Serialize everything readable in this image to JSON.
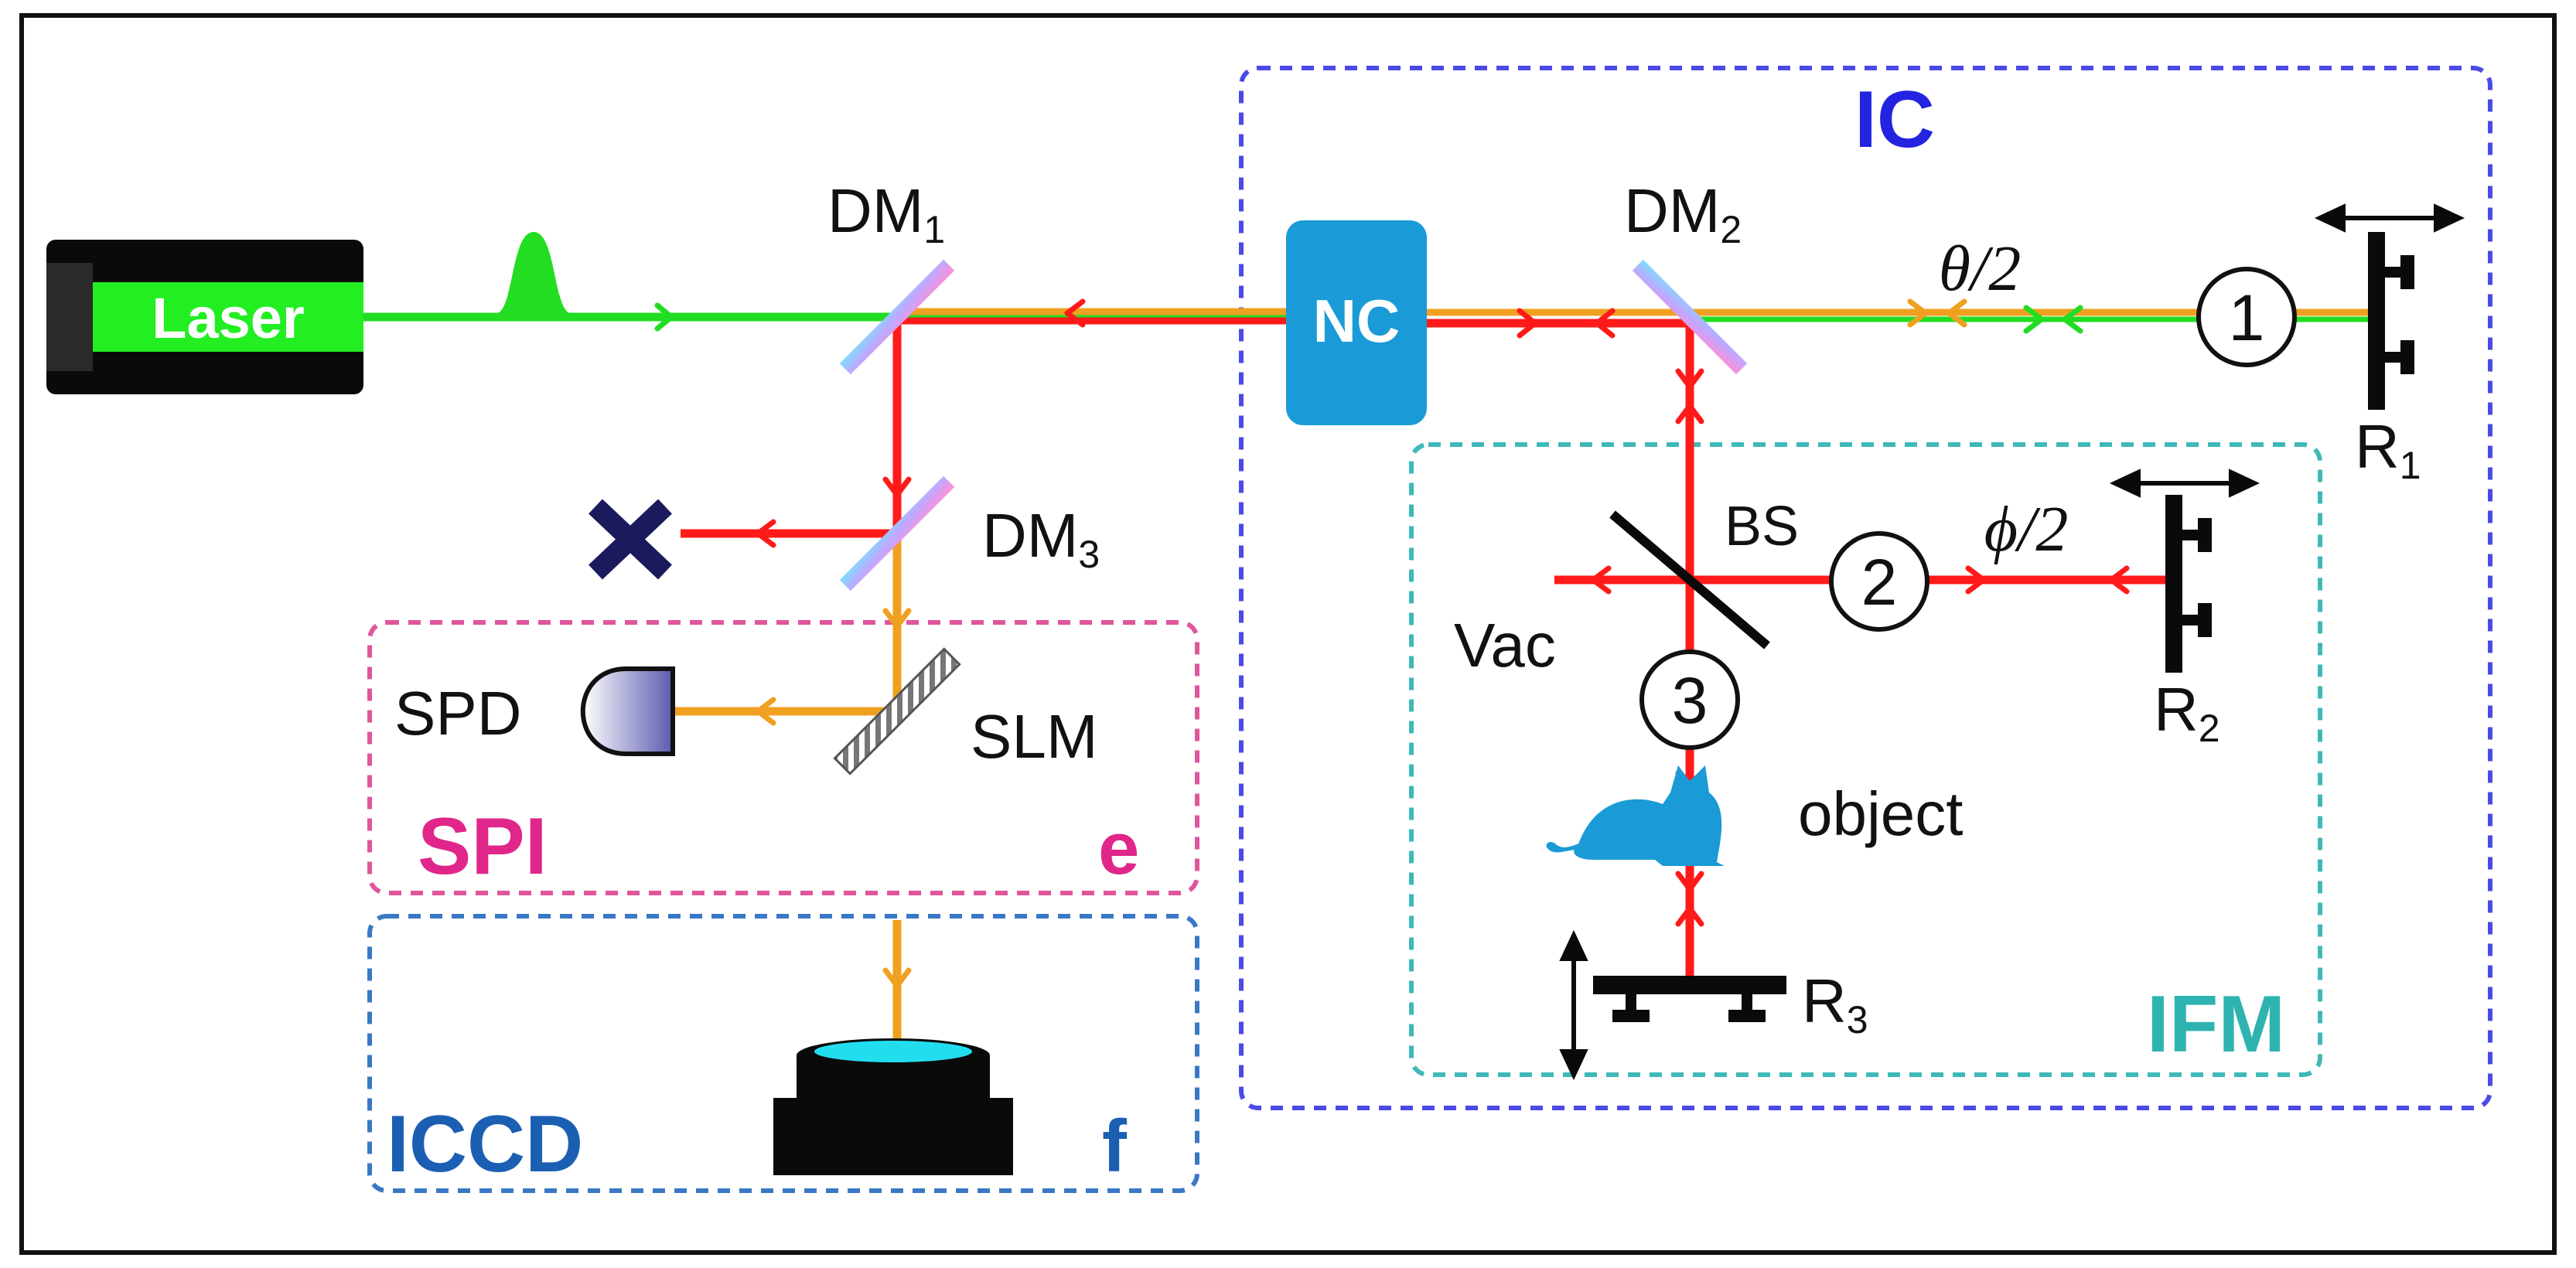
{
  "colors": {
    "pump_green": "#22dd22",
    "signal_orange": "#f0a020",
    "idler_red": "#ff1a1a",
    "ic_box": "#4a4ae6",
    "ifm_box": "#3fb8b8",
    "spi_box": "#e0559b",
    "iccd_box": "#3a78c6",
    "crystal": "#1a9ad6"
  },
  "labels": {
    "laser": "Laser",
    "dm1": "DM",
    "dm1_sub": "1",
    "dm2": "DM",
    "dm2_sub": "2",
    "dm3": "DM",
    "dm3_sub": "3",
    "nc": "NC",
    "bs": "BS",
    "vac": "Vac",
    "object": "object",
    "spd": "SPD",
    "slm": "SLM",
    "r1": "R",
    "r1_sub": "1",
    "r2": "R",
    "r2_sub": "2",
    "r3": "R",
    "r3_sub": "3",
    "theta": "θ/2",
    "phi": "ϕ/2",
    "marker1": "1",
    "marker2": "2",
    "marker3": "3"
  },
  "boxes": {
    "ic": "IC",
    "ifm": "IFM",
    "spi": "SPI",
    "spi_letter": "e",
    "iccd": "ICCD",
    "iccd_letter": "f"
  },
  "icons": [
    "laser-icon",
    "pulse-icon",
    "dichroic-mirror-icon",
    "nonlinear-crystal-icon",
    "beam-splitter-icon",
    "cat-object-icon",
    "detector-icon",
    "slm-icon",
    "camera-icon",
    "beam-dump-icon",
    "translation-arrow-icon"
  ]
}
